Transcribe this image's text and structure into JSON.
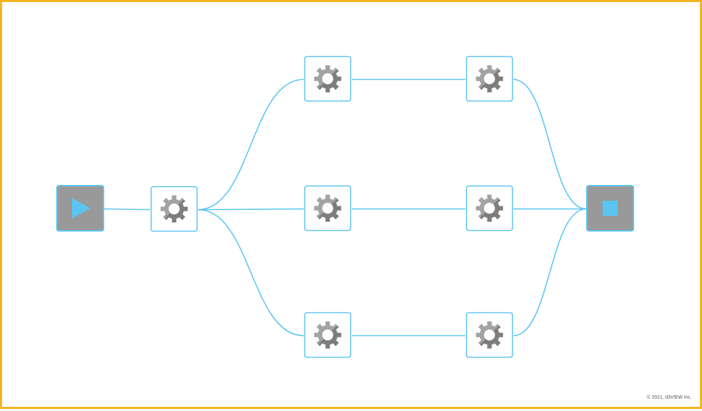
{
  "colors": {
    "frame_border": "#f5b21b",
    "edge": "#5bc5f2",
    "node_border": "#5bc5f2",
    "node_fill": "#ffffff",
    "terminal_fill": "#999999",
    "terminal_glyph": "#5bc5f2",
    "gear_light": "#a3a3a3",
    "gear_dark": "#7d7d7d"
  },
  "nodes": [
    {
      "id": "start",
      "kind": "start",
      "icon": "play-icon"
    },
    {
      "id": "split",
      "kind": "task",
      "icon": "gear-icon"
    },
    {
      "id": "top-1",
      "kind": "task",
      "icon": "gear-icon"
    },
    {
      "id": "top-2",
      "kind": "task",
      "icon": "gear-icon"
    },
    {
      "id": "mid-1",
      "kind": "task",
      "icon": "gear-icon"
    },
    {
      "id": "mid-2",
      "kind": "task",
      "icon": "gear-icon"
    },
    {
      "id": "bot-1",
      "kind": "task",
      "icon": "gear-icon"
    },
    {
      "id": "bot-2",
      "kind": "task",
      "icon": "gear-icon"
    },
    {
      "id": "end",
      "kind": "end",
      "icon": "stop-icon"
    }
  ],
  "edges": [
    {
      "from": "start",
      "to": "split"
    },
    {
      "from": "split",
      "to": "top-1"
    },
    {
      "from": "split",
      "to": "mid-1"
    },
    {
      "from": "split",
      "to": "bot-1"
    },
    {
      "from": "top-1",
      "to": "top-2"
    },
    {
      "from": "mid-1",
      "to": "mid-2"
    },
    {
      "from": "bot-1",
      "to": "bot-2"
    },
    {
      "from": "top-2",
      "to": "end"
    },
    {
      "from": "mid-2",
      "to": "end"
    },
    {
      "from": "bot-2",
      "to": "end"
    }
  ],
  "footer": {
    "copyright": "© 2021, d3VIEW Inc."
  }
}
